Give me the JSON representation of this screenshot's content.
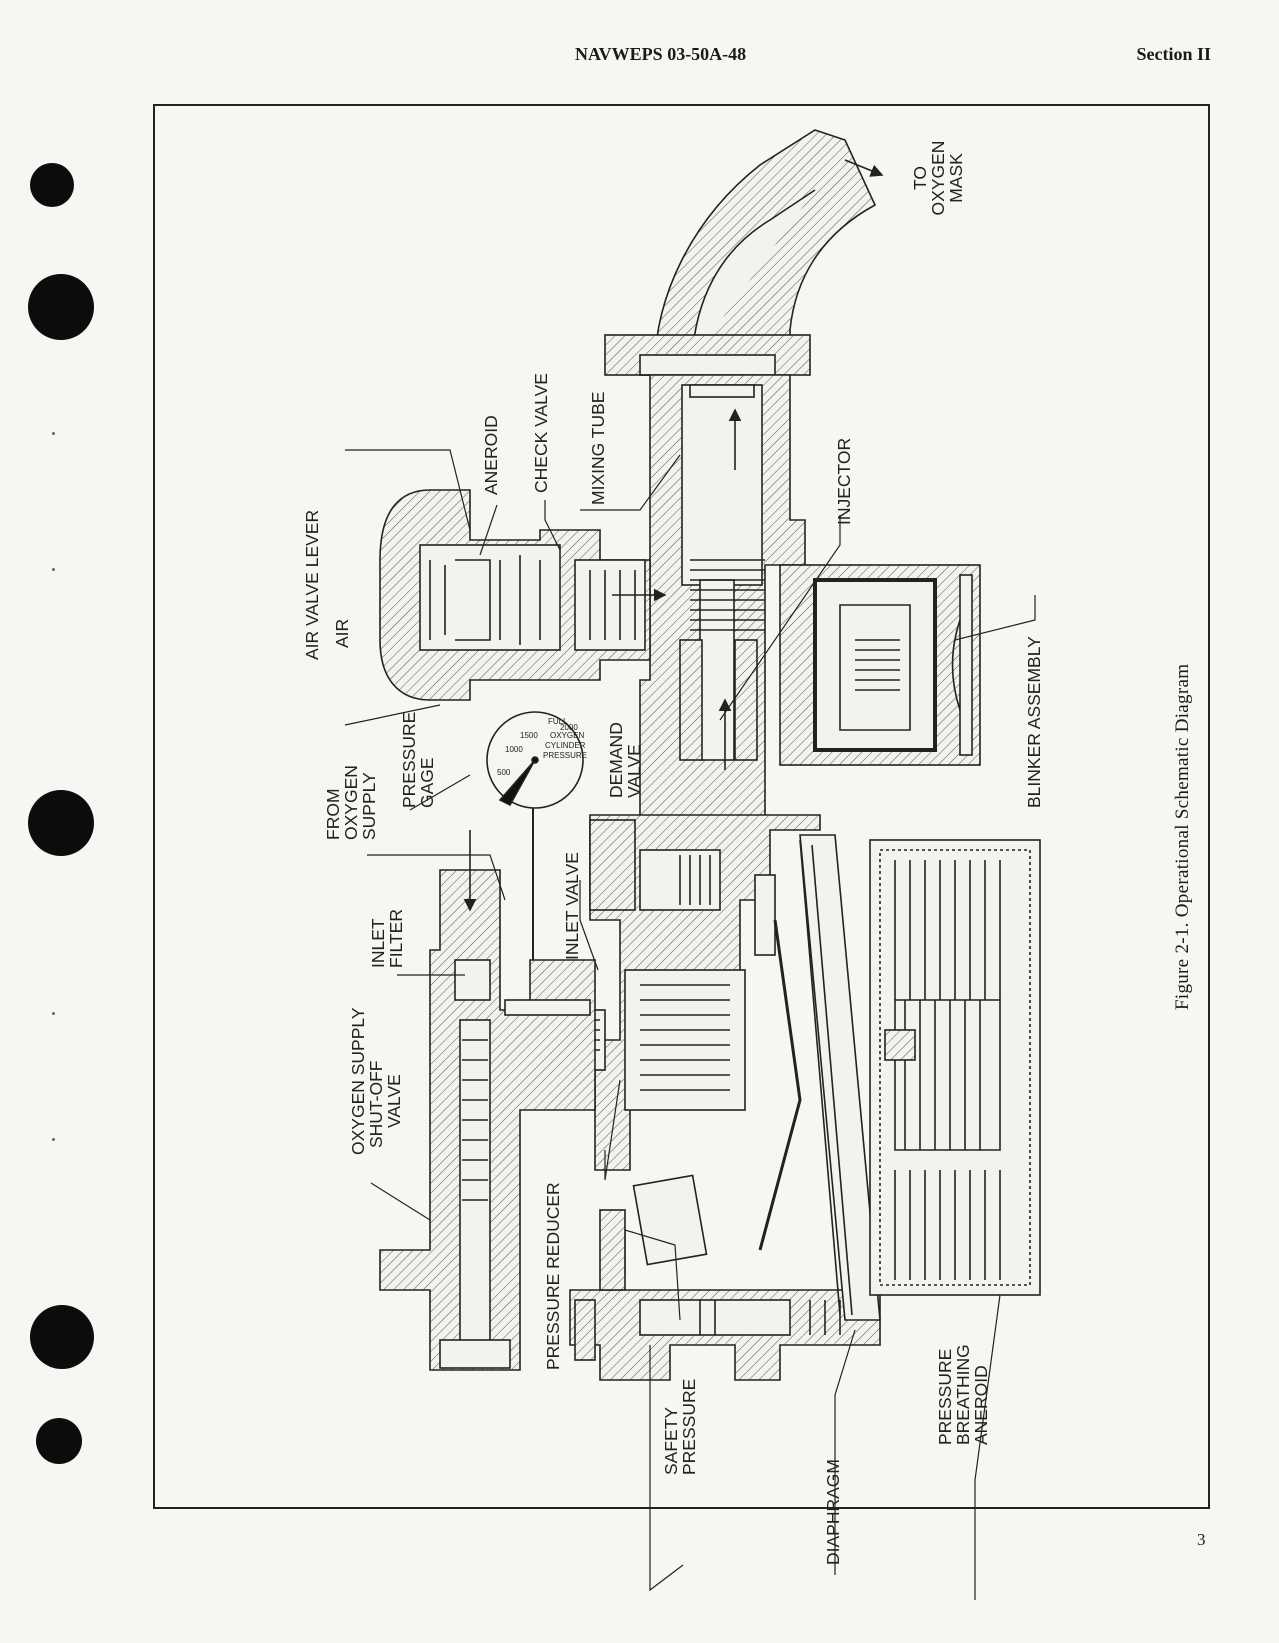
{
  "header": {
    "doc_id": "NAVWEPS 03-50A-48",
    "section": "Section II"
  },
  "figure": {
    "caption": "Figure 2-1.   Operational Schematic Diagram",
    "labels": {
      "to_mask_1": "TO",
      "to_mask_2": "OXYGEN",
      "to_mask_3": "MASK",
      "mixing_tube": "MIXING TUBE",
      "check_valve": "CHECK VALVE",
      "aneroid": "ANEROID",
      "air_valve_lever": "AIR VALVE LEVER",
      "air": "AIR",
      "injector": "INJECTOR",
      "from_supply_1": "FROM",
      "from_supply_2": "OXYGEN",
      "from_supply_3": "SUPPLY",
      "pressure_gage_1": "PRESSURE",
      "pressure_gage_2": "GAGE",
      "demand_valve_1": "DEMAND",
      "demand_valve_2": "VALVE",
      "blinker_assembly": "BLINKER ASSEMBLY",
      "inlet_valve": "INLET VALVE",
      "inlet_filter_1": "INLET",
      "inlet_filter_2": "FILTER",
      "shutoff_1": "OXYGEN SUPPLY",
      "shutoff_2": "SHUT-OFF",
      "shutoff_3": "VALVE",
      "pressure_reducer": "PRESSURE REDUCER",
      "safety_pressure_1": "SAFETY",
      "safety_pressure_2": "PRESSURE",
      "diaphragm": "DIAPHRAGM",
      "pba_1": "PRESSURE",
      "pba_2": "BREATHING",
      "pba_3": "ANEROID"
    },
    "gauge": {
      "l1": "OXYGEN",
      "l2": "CYLINDER",
      "l3": "PRESSURE",
      "t1": "1000",
      "t2": "1500",
      "t3": "FULL",
      "t4": "2000",
      "t5": "500"
    }
  },
  "page_number": "3"
}
